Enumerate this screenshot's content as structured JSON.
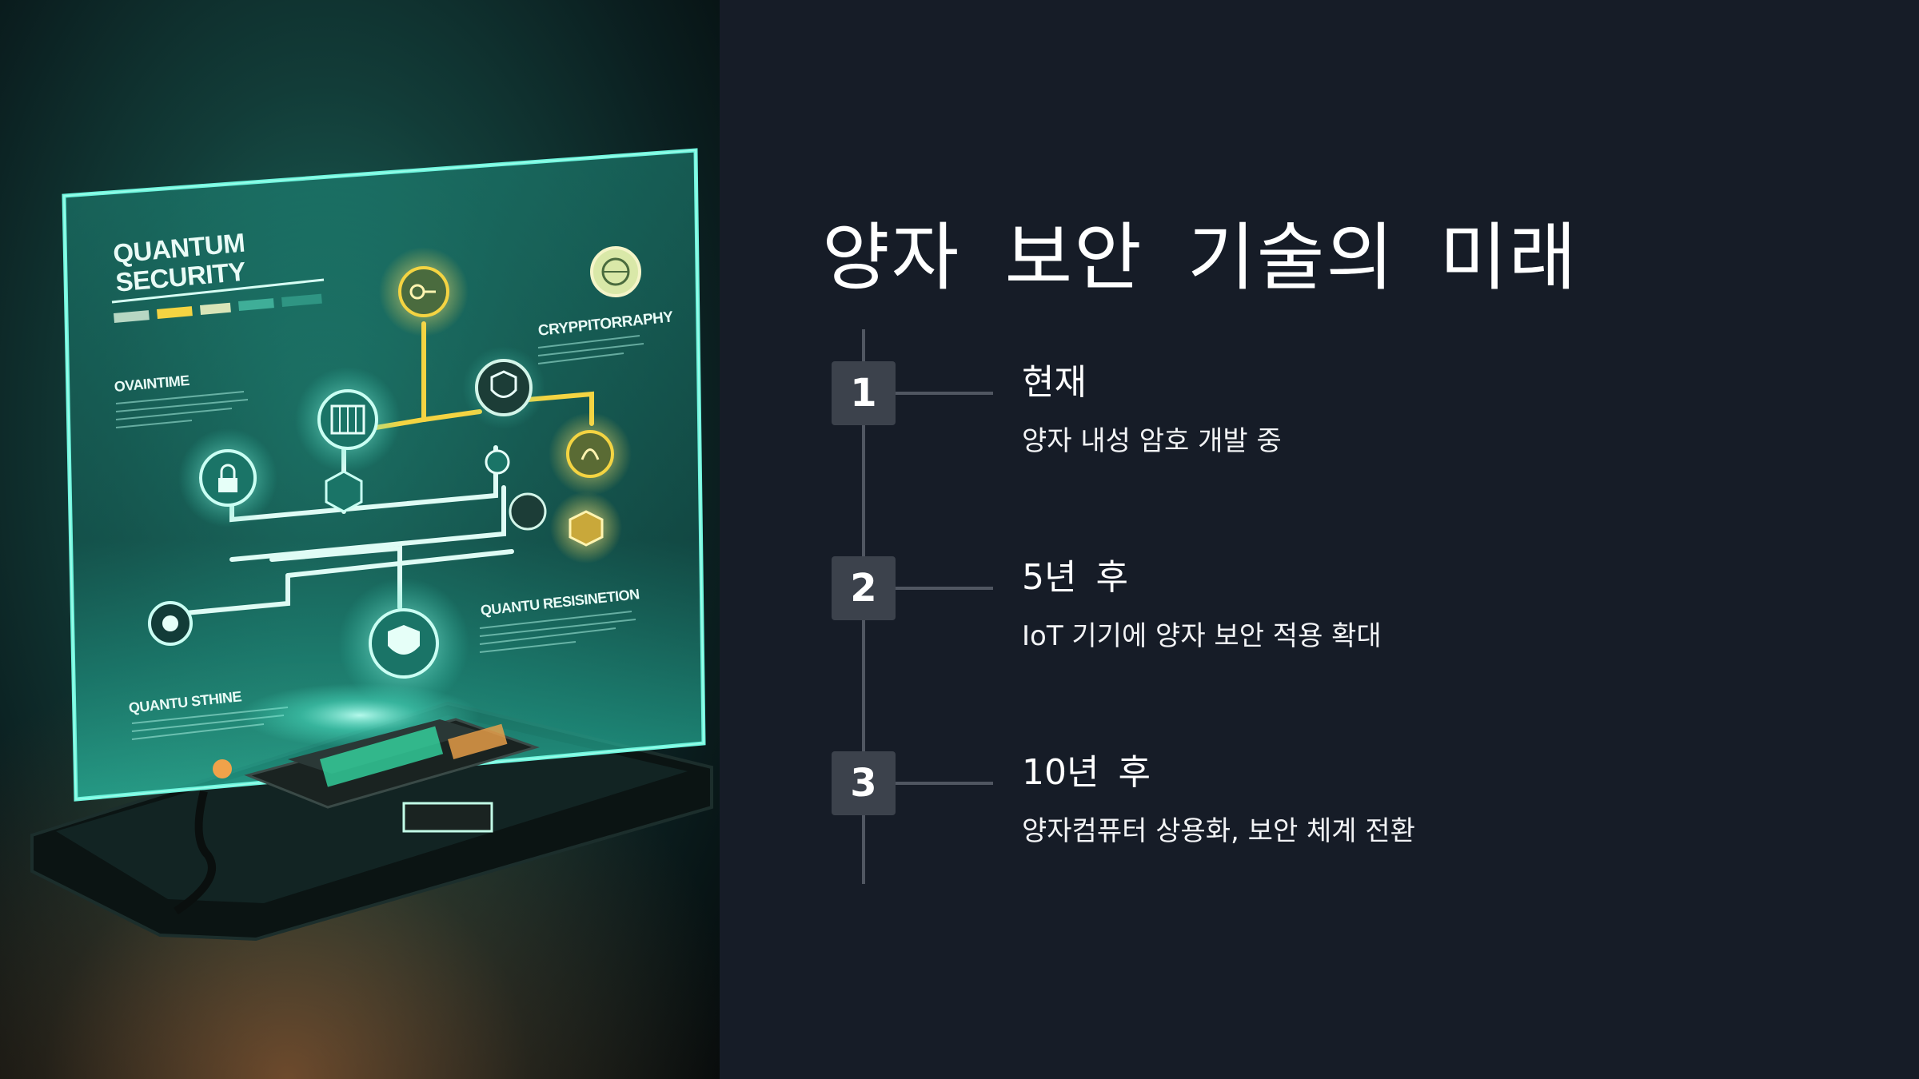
{
  "hero": {
    "title_line1": "QUANTUM",
    "title_line2": "SECURITY",
    "label_cryptography": "CRYPPITORRAPHY",
    "label_ovaintime": "OVAINTIME",
    "label_resistance": "QUANTU RESISINETION",
    "label_sthine": "QUANTU STHINE",
    "colors": {
      "teal_glow": "#5ff5da",
      "yellow": "#f4d442",
      "accent_orange": "#f0a24a"
    },
    "icons": [
      "lock-icon",
      "chip-icon",
      "key-icon",
      "shield-icon",
      "fingerprint-icon",
      "globe-icon",
      "cube-icon"
    ]
  },
  "slide": {
    "title": "양자 보안 기술의 미래",
    "steps": [
      {
        "number": "1",
        "title": "현재",
        "description": "양자 내성 암호 개발 중"
      },
      {
        "number": "2",
        "title": "5년 후",
        "description": "IoT 기기에 양자 보안 적용 확대"
      },
      {
        "number": "3",
        "title": "10년 후",
        "description": "양자컴퓨터 상용화, 보안 체계 전환"
      }
    ]
  },
  "colors": {
    "background": "#161c27",
    "number_box": "#3c424c",
    "timeline": "#505661",
    "text": "#ffffff"
  }
}
